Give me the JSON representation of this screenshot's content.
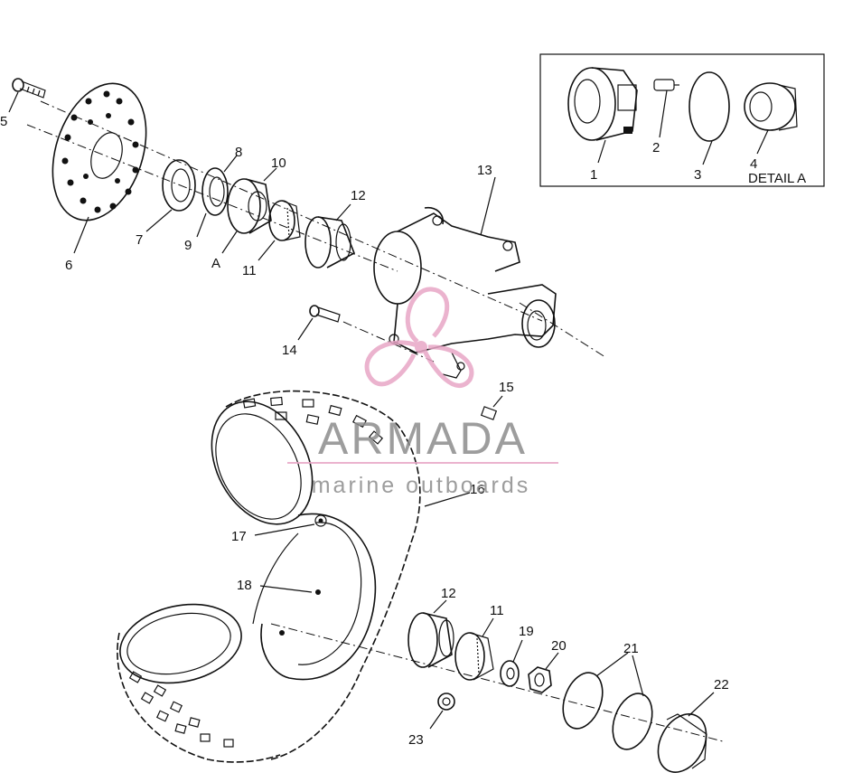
{
  "part_labels": [
    {
      "id": "1",
      "text": "1"
    },
    {
      "id": "2",
      "text": "2"
    },
    {
      "id": "3",
      "text": "3"
    },
    {
      "id": "4",
      "text": "4"
    },
    {
      "id": "5",
      "text": "5"
    },
    {
      "id": "6",
      "text": "6"
    },
    {
      "id": "7",
      "text": "7"
    },
    {
      "id": "8",
      "text": "8"
    },
    {
      "id": "9",
      "text": "9"
    },
    {
      "id": "10",
      "text": "10"
    },
    {
      "id": "11a",
      "text": "11"
    },
    {
      "id": "12a",
      "text": "12"
    },
    {
      "id": "13",
      "text": "13"
    },
    {
      "id": "14",
      "text": "14"
    },
    {
      "id": "15",
      "text": "15"
    },
    {
      "id": "16",
      "text": "16"
    },
    {
      "id": "17",
      "text": "17"
    },
    {
      "id": "18",
      "text": "18"
    },
    {
      "id": "12b",
      "text": "12"
    },
    {
      "id": "11b",
      "text": "11"
    },
    {
      "id": "19",
      "text": "19"
    },
    {
      "id": "20",
      "text": "20"
    },
    {
      "id": "21",
      "text": "21"
    },
    {
      "id": "22",
      "text": "22"
    },
    {
      "id": "23",
      "text": "23"
    },
    {
      "id": "A",
      "text": "A"
    }
  ],
  "detail_box": {
    "label": "DETAIL A"
  },
  "watermark": {
    "brand": "ARMADA",
    "tagline": "marine outboards"
  },
  "colors": {
    "line": "#111111",
    "watermark_pink": "#e8a6c6",
    "watermark_gray": "#8c8c8c"
  }
}
